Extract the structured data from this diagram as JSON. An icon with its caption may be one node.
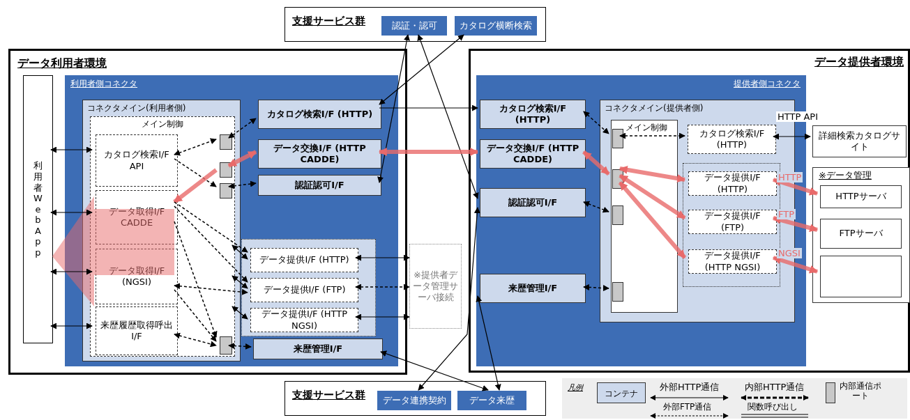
{
  "diagram": {
    "nodes": [
      {
        "text": [
          "支援サービス群"
        ]
      },
      {
        "text": [
          "認証・認可"
        ],
        "in": 0
      },
      {
        "text": [
          "カタログ横断検索"
        ],
        "in": 0
      },
      {
        "text": [
          "データ利用者環境"
        ]
      },
      {
        "text": [
          "利用者WebApp"
        ],
        "in": 3
      },
      {
        "text": [
          "利用者側コネクタ"
        ],
        "in": 3
      },
      {
        "text": [
          "コネクタメイン(利用者側)"
        ],
        "in": 5
      },
      {
        "text": [
          "メイン制御"
        ],
        "in": 6
      },
      {
        "text": [
          "カタログ検索I/F API"
        ],
        "in": 7
      },
      {
        "text": [
          "データ取得I/F CADDE"
        ],
        "in": 7
      },
      {
        "text": [
          "データ取得I/F (NGSI)"
        ],
        "in": 7
      },
      {
        "text": [
          "来歴履歴取得呼出 I/F"
        ],
        "in": 7
      },
      {
        "text": [],
        "shape": "box",
        "in": 7
      },
      {
        "text": [],
        "shape": "box",
        "in": 7
      },
      {
        "text": [],
        "shape": "box",
        "in": 7
      },
      {
        "text": [],
        "shape": "box",
        "in": 7
      },
      {
        "text": [
          "カタログ検索I/F (HTTP)"
        ],
        "in": 5
      },
      {
        "text": [
          "データ交換I/F (HTTP CADDE)"
        ],
        "in": 5
      },
      {
        "text": [
          "認証認可I/F"
        ],
        "in": 5
      },
      {
        "text": [],
        "shape": "box",
        "in": 5
      },
      {
        "text": [
          "データ提供I/F (HTTP)"
        ],
        "in": 19
      },
      {
        "text": [
          "データ提供I/F (FTP)"
        ],
        "in": 19
      },
      {
        "text": [
          "データ提供I/F (HTTP NGSI)"
        ],
        "in": 19
      },
      {
        "text": [
          "来歴管理I/F"
        ],
        "in": 5
      },
      {
        "text": [
          "※提供者データ管理サーバ接続"
        ]
      },
      {
        "text": [
          "データ提供者環境"
        ]
      },
      {
        "text": [
          "提供者側コネクタ"
        ],
        "in": 25
      },
      {
        "text": [
          "カタログ検索I/F (HTTP)"
        ],
        "in": 26
      },
      {
        "text": [
          "データ交換I/F (HTTP CADDE)"
        ],
        "in": 26
      },
      {
        "text": [
          "認証認可I/F"
        ],
        "in": 26
      },
      {
        "text": [
          "来歴管理I/F"
        ],
        "in": 26
      },
      {
        "text": [
          "コネクタメイン(提供者側)"
        ],
        "in": 26
      },
      {
        "text": [
          "メイン制御"
        ],
        "in": 31
      },
      {
        "text": [],
        "shape": "box",
        "in": 32
      },
      {
        "text": [],
        "shape": "box",
        "in": 32
      },
      {
        "text": [],
        "shape": "box",
        "in": 32
      },
      {
        "text": [],
        "shape": "box",
        "in": 32
      },
      {
        "text": [
          "カタログ検索I/F (HTTP)"
        ],
        "in": 31
      },
      {
        "text": [],
        "shape": "box",
        "in": 31
      },
      {
        "text": [
          "データ提供I/F (HTTP)"
        ],
        "in": 38
      },
      {
        "text": [
          "データ提供I/F (FTP)"
        ],
        "in": 38
      },
      {
        "text": [
          "データ提供I/F (HTTP NGSI)"
        ],
        "in": 38
      },
      {
        "text": [
          "詳細検索カタログサイト"
        ],
        "in": 25
      },
      {
        "text": [
          "※データ管理"
        ],
        "in": 25
      },
      {
        "text": [
          "HTTPサーバ"
        ],
        "in": 43
      },
      {
        "text": [
          "FTPサーバ"
        ],
        "in": 43
      },
      {
        "text": [],
        "shape": "box",
        "in": 43
      },
      {
        "text": [
          "支援サービス群"
        ]
      },
      {
        "text": [
          "データ連携契約"
        ],
        "in": 47
      },
      {
        "text": [
          "データ来歴"
        ],
        "in": 47
      }
    ],
    "edges": [
      {
        "from": 4,
        "to": 8,
        "arrow": "both"
      },
      {
        "from": 4,
        "to": 9,
        "arrow": "both"
      },
      {
        "from": 4,
        "to": 10,
        "arrow": "both"
      },
      {
        "from": 4,
        "to": 11,
        "arrow": "both"
      },
      {
        "from": 8,
        "to": 12,
        "arrow": "both",
        "style": "dashed"
      },
      {
        "from": 8,
        "to": 14,
        "arrow": "to",
        "style": "dashed"
      },
      {
        "from": 13,
        "to": 4,
        "arrow": "to",
        "style": "thick",
        "color": "#e86a6a"
      },
      {
        "from": 13,
        "to": 9,
        "arrow": "to",
        "style": "thick",
        "color": "#e86a6a"
      },
      {
        "from": 9,
        "to": 15,
        "arrow": "to",
        "style": "dashed"
      },
      {
        "from": 9,
        "to": 20,
        "arrow": "to",
        "style": "dashed"
      },
      {
        "from": 9,
        "to": 21,
        "arrow": "to",
        "style": "dashed"
      },
      {
        "from": 10,
        "to": 21,
        "arrow": "both",
        "style": "dashed"
      },
      {
        "from": 10,
        "to": 15,
        "arrow": "to",
        "style": "dashed"
      },
      {
        "from": 11,
        "to": 15,
        "arrow": "both",
        "style": "dashed"
      },
      {
        "from": 12,
        "to": 16,
        "arrow": "both",
        "style": "dashed"
      },
      {
        "from": 13,
        "to": 17,
        "arrow": "both",
        "style": "thick",
        "color": "#e86a6a"
      },
      {
        "from": 14,
        "to": 18,
        "arrow": "both",
        "style": "dashed"
      },
      {
        "from": 15,
        "to": 23,
        "arrow": "both",
        "style": "dashed"
      },
      {
        "from": 7,
        "to": 20,
        "arrow": "both"
      },
      {
        "from": 7,
        "to": 21,
        "arrow": "both"
      },
      {
        "from": 7,
        "to": 22,
        "arrow": "both"
      },
      {
        "from": 20,
        "to": 24,
        "arrow": "both"
      },
      {
        "from": 21,
        "to": 24,
        "arrow": "both",
        "style": "dashed"
      },
      {
        "from": 22,
        "to": 24,
        "arrow": "both"
      },
      {
        "from": 2,
        "to": 16,
        "arrow": "both"
      },
      {
        "from": 1,
        "to": 18,
        "arrow": "both"
      },
      {
        "from": 1,
        "to": 29,
        "arrow": "both"
      },
      {
        "from": 16,
        "to": 27,
        "arrow": "to"
      },
      {
        "from": 17,
        "to": 28,
        "arrow": "both",
        "style": "thick",
        "color": "#e86a6a"
      },
      {
        "from": 29,
        "to": 48,
        "arrow": "both"
      },
      {
        "from": 23,
        "to": 49,
        "arrow": "both"
      },
      {
        "from": 30,
        "to": 49,
        "arrow": "both"
      },
      {
        "from": 27,
        "to": 33,
        "arrow": "both",
        "style": "dashed"
      },
      {
        "from": 28,
        "to": 34,
        "arrow": "both",
        "style": "thick",
        "color": "#e86a6a"
      },
      {
        "from": 29,
        "to": 35,
        "arrow": "both",
        "style": "dashed"
      },
      {
        "from": 30,
        "to": 36,
        "arrow": "both",
        "style": "dashed"
      },
      {
        "from": 33,
        "to": 37,
        "arrow": "both",
        "style": "dashed"
      },
      {
        "from": 34,
        "to": 39,
        "arrow": "both",
        "style": "thick",
        "color": "#e86a6a"
      },
      {
        "from": 34,
        "to": 40,
        "arrow": "both",
        "style": "thick",
        "color": "#e86a6a"
      },
      {
        "from": 34,
        "to": 41,
        "arrow": "both",
        "style": "thick",
        "color": "#e86a6a"
      },
      {
        "from": 37,
        "to": 42,
        "arrow": "both",
        "label": "HTTP API"
      },
      {
        "from": 39,
        "to": 44,
        "arrow": "both",
        "label": "HTTP",
        "style": "thick",
        "color": "#e86a6a"
      },
      {
        "from": 40,
        "to": 45,
        "arrow": "both",
        "label": "FTP",
        "style": "thick",
        "color": "#e86a6a"
      },
      {
        "from": 41,
        "to": 46,
        "arrow": "both",
        "label": "NGSI",
        "style": "thick",
        "color": "#e86a6a"
      }
    ],
    "labels": [
      "凡例"
    ],
    "legend": [
      {
        "text": "コンテナ",
        "color": "#cdd9ec"
      },
      {
        "text": "外部HTTP通信"
      },
      {
        "text": "内部HTTP通信"
      },
      {
        "text": "内部通信ポート",
        "color": "#c8c8c8"
      },
      {
        "text": "外部FTP通信"
      },
      {
        "text": "関数呼び出し"
      }
    ]
  }
}
